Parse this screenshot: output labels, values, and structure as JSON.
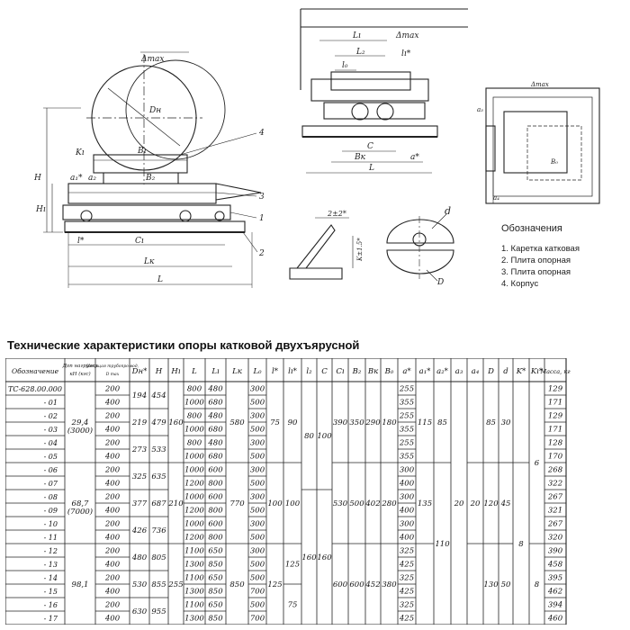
{
  "drawing": {
    "labels": {
      "delta_max_1": "Δmax",
      "delta_max_2": "Δmax",
      "delta_max_3": "Δmax",
      "dn": "Dн",
      "k1": "Kı",
      "b1": "Bı",
      "b2": "B₂",
      "a1": "a₁*",
      "a2": "a₂",
      "h": "H",
      "h1": "Hı",
      "l_star": "l*",
      "c1": "Cı",
      "lk": "Lк",
      "l_main": "L",
      "callout_1": "1",
      "callout_2": "2",
      "callout_3": "3",
      "callout_4": "4",
      "top_l1": "Lı",
      "top_l2": "L₂",
      "top_l0": "l₀",
      "top_l1s": "lı*",
      "top_c": "C",
      "top_bk": "Bк",
      "top_a": "a*",
      "top_l": "L",
      "side_a3": "a₃",
      "side_b0": "B₀",
      "side_a4": "a₄",
      "weld_1": "2±2*",
      "weld_2": "K±1.5*",
      "roller_d": "d",
      "roller_D": "D"
    }
  },
  "legend": {
    "title": "Обозначения",
    "items": [
      "1. Каретка катковая",
      "2. Плита опорная",
      "3. Плита опорная",
      "4. Корпус"
    ]
  },
  "table": {
    "title": "Технические характеристики опоры катковой двухъярусной",
    "headers": [
      "Обозначение",
      "Доп нагрузка кН (кгс)",
      "Несущая трубопро вод, D тах",
      "Dн*",
      "H",
      "Hı",
      "L",
      "Lı",
      "Lк",
      "L₀",
      "l*",
      "lı*",
      "l₂",
      "C",
      "Cı",
      "B₂",
      "Bк",
      "B₀",
      "a*",
      "a₁*",
      "a₂*",
      "a₃",
      "a₄",
      "D",
      "d",
      "K*",
      "Kı*",
      "Масса, кг"
    ],
    "designations": [
      "ТС-628.00.000",
      "- 01",
      "- 02",
      "- 03",
      "- 04",
      "- 05",
      "- 06",
      "- 07",
      "- 08",
      "- 09",
      "- 10",
      "- 11",
      "- 12",
      "- 13",
      "- 14",
      "- 15",
      "- 16",
      "- 17"
    ],
    "loads": [
      "29,4 (3000)",
      "68,7 (7000)",
      "98,1"
    ],
    "pipe": [
      "200",
      "400",
      "200",
      "400",
      "200",
      "400",
      "200",
      "400",
      "200",
      "400",
      "200",
      "400",
      "200",
      "400",
      "200",
      "400",
      "200",
      "400"
    ],
    "dn": [
      "194",
      "219",
      "273",
      "325",
      "377",
      "426",
      "480",
      "530",
      "630"
    ],
    "h": [
      "454",
      "479",
      "533",
      "635",
      "687",
      "736",
      "805",
      "855",
      "955"
    ],
    "h1": [
      "160",
      "210",
      "255"
    ],
    "L": [
      "800",
      "1000",
      "800",
      "1000",
      "800",
      "1000",
      "1000",
      "1200",
      "1000",
      "1200",
      "1000",
      "1200",
      "1100",
      "1300",
      "1100",
      "1300",
      "1100",
      "1300"
    ],
    "L1": [
      "480",
      "680",
      "480",
      "680",
      "480",
      "680",
      "600",
      "800",
      "600",
      "800",
      "600",
      "800",
      "650",
      "850",
      "650",
      "850",
      "650",
      "850"
    ],
    "lk": [
      "580",
      "770",
      "850"
    ],
    "l0": [
      "300",
      "500",
      "300",
      "500",
      "300",
      "500",
      "300",
      "500",
      "300",
      "500",
      "300",
      "500",
      "300",
      "500",
      "500",
      "700",
      "500",
      "700"
    ],
    "l_star": [
      "75",
      "100",
      "125"
    ],
    "l1": [
      "90",
      "100",
      "125",
      "75"
    ],
    "l2": [
      "80",
      "160"
    ],
    "c": [
      "100",
      "160"
    ],
    "c1": [
      "390",
      "530",
      "600"
    ],
    "b2": [
      "350",
      "500",
      "600"
    ],
    "bk": [
      "290",
      "402",
      "452"
    ],
    "b0": [
      "180",
      "280",
      "380"
    ],
    "a": [
      "255",
      "355",
      "255",
      "355",
      "255",
      "355",
      "300",
      "400",
      "300",
      "400",
      "300",
      "400",
      "325",
      "425",
      "325",
      "425",
      "325",
      "425"
    ],
    "a1": [
      "115",
      "135"
    ],
    "a2": [
      "85",
      "110"
    ],
    "a3": [
      "20"
    ],
    "a4": [
      "20"
    ],
    "D": [
      "85",
      "120",
      "130"
    ],
    "d": [
      "30",
      "45",
      "50"
    ],
    "k": [
      "8"
    ],
    "k1": [
      "6",
      "8"
    ],
    "mass": [
      "129",
      "171",
      "129",
      "171",
      "128",
      "170",
      "268",
      "322",
      "267",
      "321",
      "267",
      "320",
      "390",
      "458",
      "395",
      "462",
      "394",
      "460"
    ]
  }
}
